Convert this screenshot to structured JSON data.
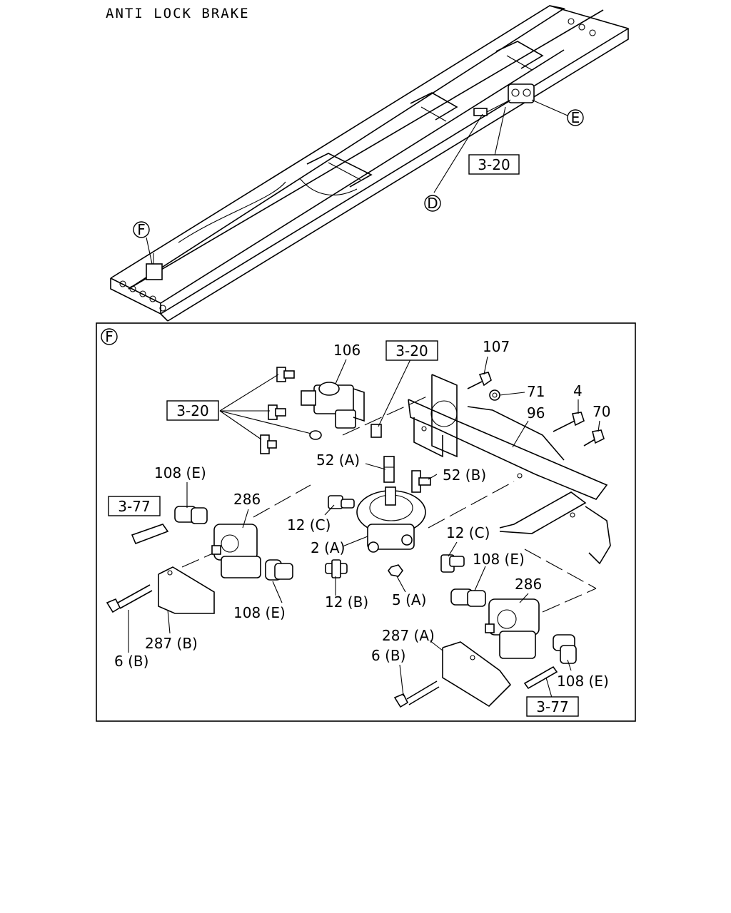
{
  "title": "ANTI LOCK BRAKE",
  "frame_callouts": {
    "e": "E",
    "d": "D",
    "f": "F",
    "ref_3_20": "3-20"
  },
  "detail": {
    "view_label": "F",
    "labels": {
      "p106": "106",
      "ref_top": "3-20",
      "p107": "107",
      "p71": "71",
      "p4": "4",
      "p70": "70",
      "ref_left": "3-20",
      "p96": "96",
      "p52a": "52 (A)",
      "p52b": "52 (B)",
      "p108e_1": "108 (E)",
      "ref_377_left": "3-77",
      "p286_left": "286",
      "p12c_left": "12 (C)",
      "p12c_right": "12 (C)",
      "p2a": "2 (A)",
      "p108e_2": "108 (E)",
      "p286_right": "286",
      "p108e_3": "108 (E)",
      "p12b": "12 (B)",
      "p5a": "5 (A)",
      "p287b": "287 (B)",
      "p6b_left": "6 (B)",
      "p287a": "287 (A)",
      "p6b_right": "6 (B)",
      "p108e_4": "108 (E)",
      "ref_377_right": "3-77"
    }
  }
}
